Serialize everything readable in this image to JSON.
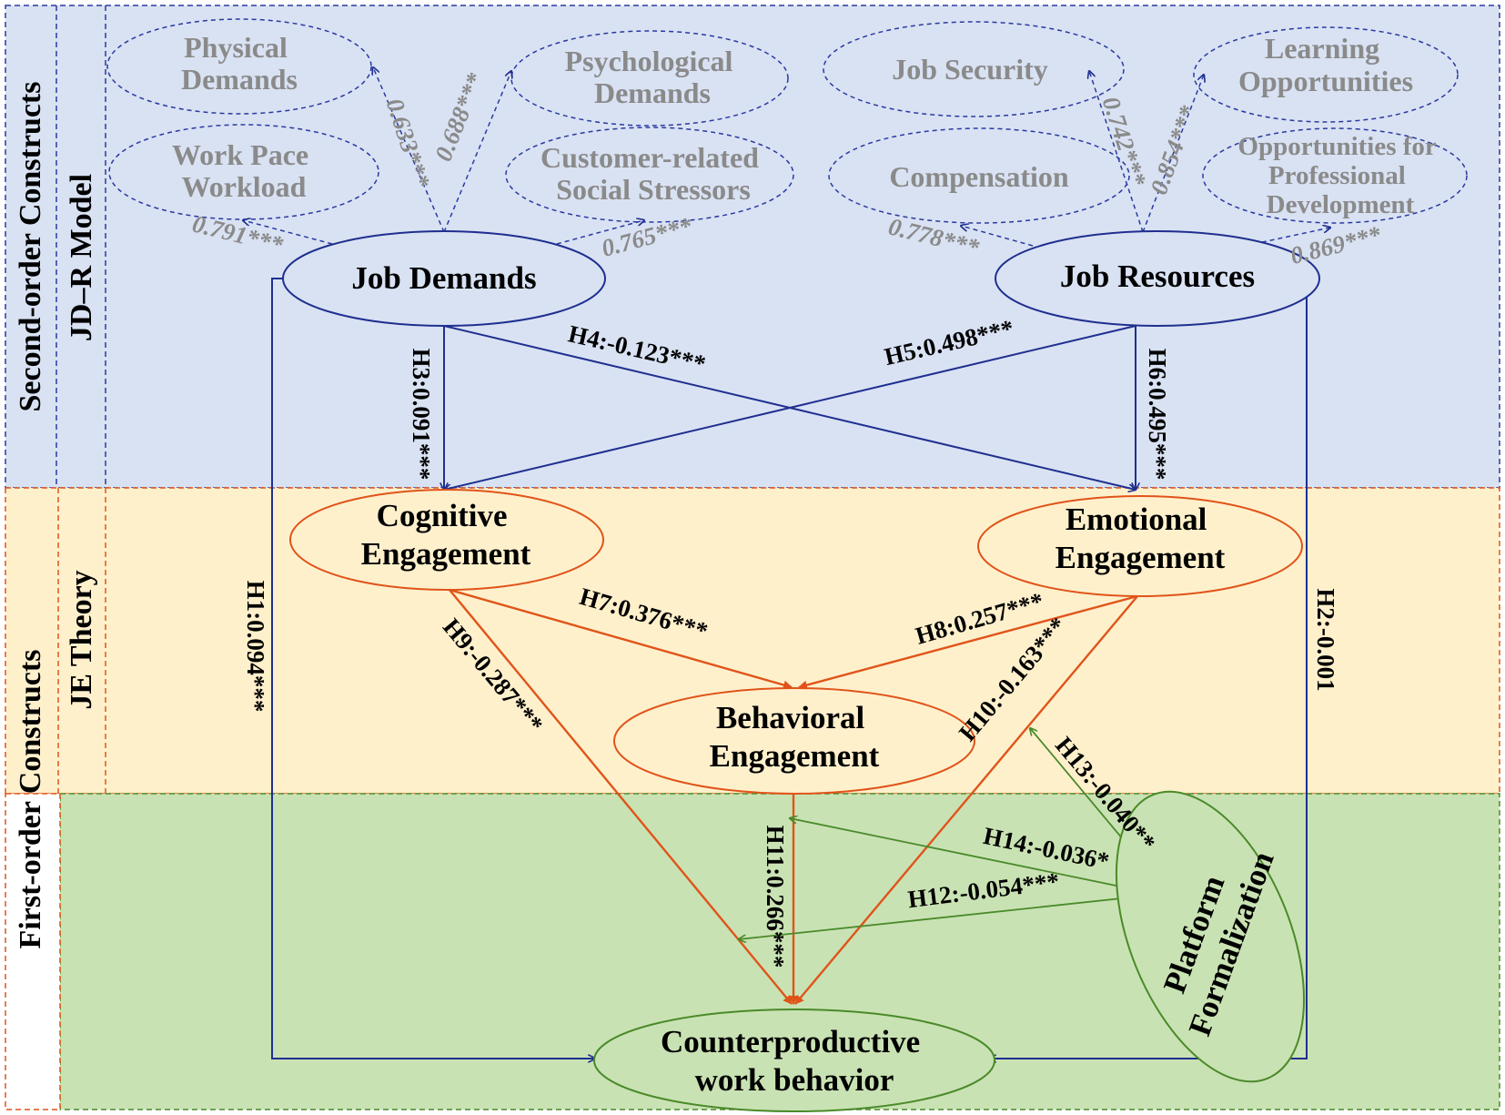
{
  "bands": {
    "second_order": {
      "outer": "Second-order Constructs",
      "inner": "JD–R Model"
    },
    "first_order": {
      "outer": "First-order  Constructs",
      "inner": "JE Theory"
    }
  },
  "nodes": {
    "physical_demands": [
      "Physical",
      "Demands"
    ],
    "work_pace": [
      "Work Pace",
      "Workload"
    ],
    "psychological_demands": [
      "Psychological",
      "Demands"
    ],
    "customer_stressors": [
      "Customer-related",
      "Social Stressors"
    ],
    "job_security": [
      "Job Security"
    ],
    "compensation": [
      "Compensation"
    ],
    "learning_opportunities": [
      "Learning",
      "Opportunities"
    ],
    "professional_development": [
      "Opportunities for",
      "Professional",
      "Development"
    ],
    "job_demands": [
      "Job Demands"
    ],
    "job_resources": [
      "Job Resources"
    ],
    "cognitive_engagement": [
      "Cognitive",
      "Engagement"
    ],
    "emotional_engagement": [
      "Emotional",
      "Engagement"
    ],
    "behavioral_engagement": [
      "Behavioral",
      "Engagement"
    ],
    "cwb": [
      "Counterproductive",
      "work behavior"
    ],
    "platform_formalization": [
      "Platform",
      "Formalization"
    ]
  },
  "loadings": {
    "physical": "0.633***",
    "psychological": "0.688***",
    "work_pace": "0.791***",
    "customer": "0.765***",
    "job_security": "0.742***",
    "learning": "0.854***",
    "compensation": "0.778***",
    "professional": "0.869***"
  },
  "hypotheses": {
    "h1": "H1:0.094***",
    "h2": "H2:-0.001",
    "h3": "H3:0.091***",
    "h4": "H4:-0.123***",
    "h5": "H5:0.498***",
    "h6": "H6:0.495***",
    "h7": "H7:0.376***",
    "h8": "H8:0.257***",
    "h9": "H9:-0.287***",
    "h10": "H10:-0.163***",
    "h11": "H11:0.266***",
    "h12": "H12:-0.054***",
    "h13": "H13:-0.040**",
    "h14": "H14:-0.036*"
  },
  "colors": {
    "second_order_bg": "#d9e2f3",
    "je_bg": "#fff0cc",
    "cwb_bg": "#c9e2b3",
    "blue_line": "#1f2f8f",
    "orange_line": "#e0541a",
    "green_line": "#4a8a2a",
    "gray_text": "#8a8a8a"
  }
}
